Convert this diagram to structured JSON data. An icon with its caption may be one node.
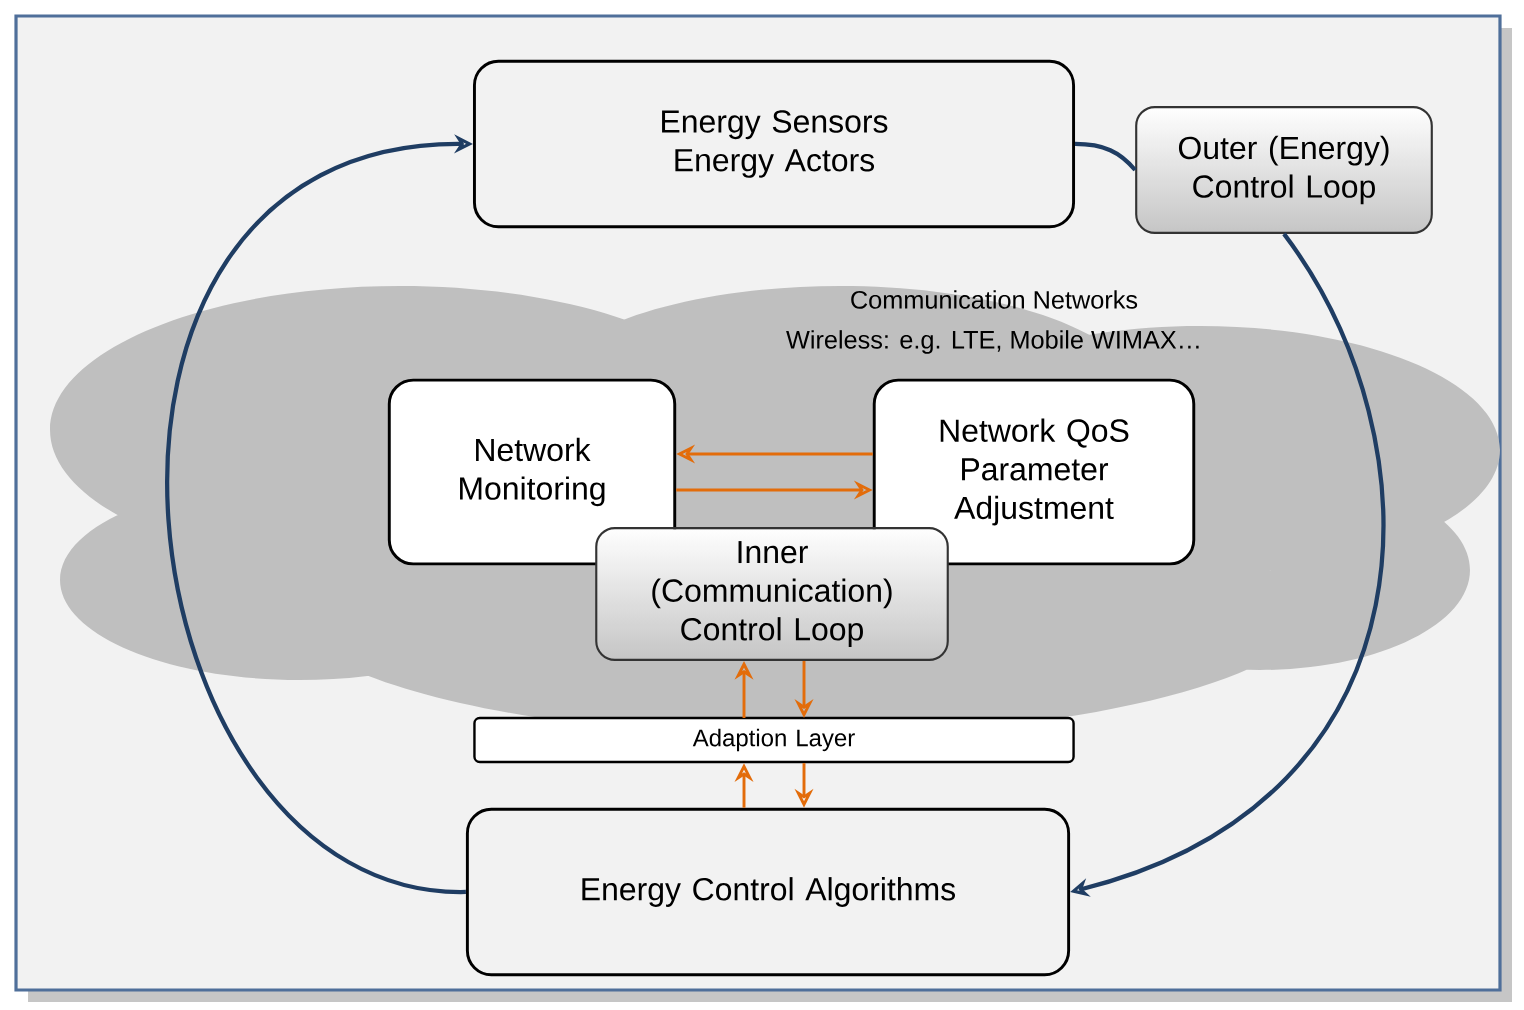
{
  "diagram": {
    "nodes": [
      {
        "text": [
          "Energy Sensors",
          "Energy Actors"
        ]
      },
      {
        "text": [
          "Outer (Energy) Control Loop"
        ]
      },
      {
        "text": [
          "Communication Networks",
          "Wireless: e.g. LTE, Mobile WIMAX…"
        ]
      },
      {
        "text": [
          "Network Monitoring"
        ],
        "in": 2
      },
      {
        "text": [
          "Network QoS Parameter Adjustment"
        ],
        "in": 2
      },
      {
        "text": [
          "Inner (Communication) Control Loop"
        ],
        "in": 2
      },
      {
        "text": [
          "Adaption Layer"
        ]
      },
      {
        "text": [
          "Energy Control Algorithms"
        ]
      }
    ],
    "edges": [
      {
        "from": 7,
        "to": 0,
        "arrow": "to",
        "color": "#1f3d63"
      },
      {
        "from": 0,
        "to": 1,
        "arrow": "none",
        "color": "#1f3d63"
      },
      {
        "from": 1,
        "to": 7,
        "arrow": "to",
        "color": "#1f3d63"
      },
      {
        "from": 4,
        "to": 3,
        "arrow": "to"
      },
      {
        "from": 3,
        "to": 4,
        "arrow": "to"
      },
      {
        "from": 6,
        "to": 5,
        "arrow": "to"
      },
      {
        "from": 5,
        "to": 6,
        "arrow": "to"
      },
      {
        "from": 7,
        "to": 6,
        "arrow": "to"
      },
      {
        "from": 6,
        "to": 7,
        "arrow": "to"
      }
    ]
  }
}
